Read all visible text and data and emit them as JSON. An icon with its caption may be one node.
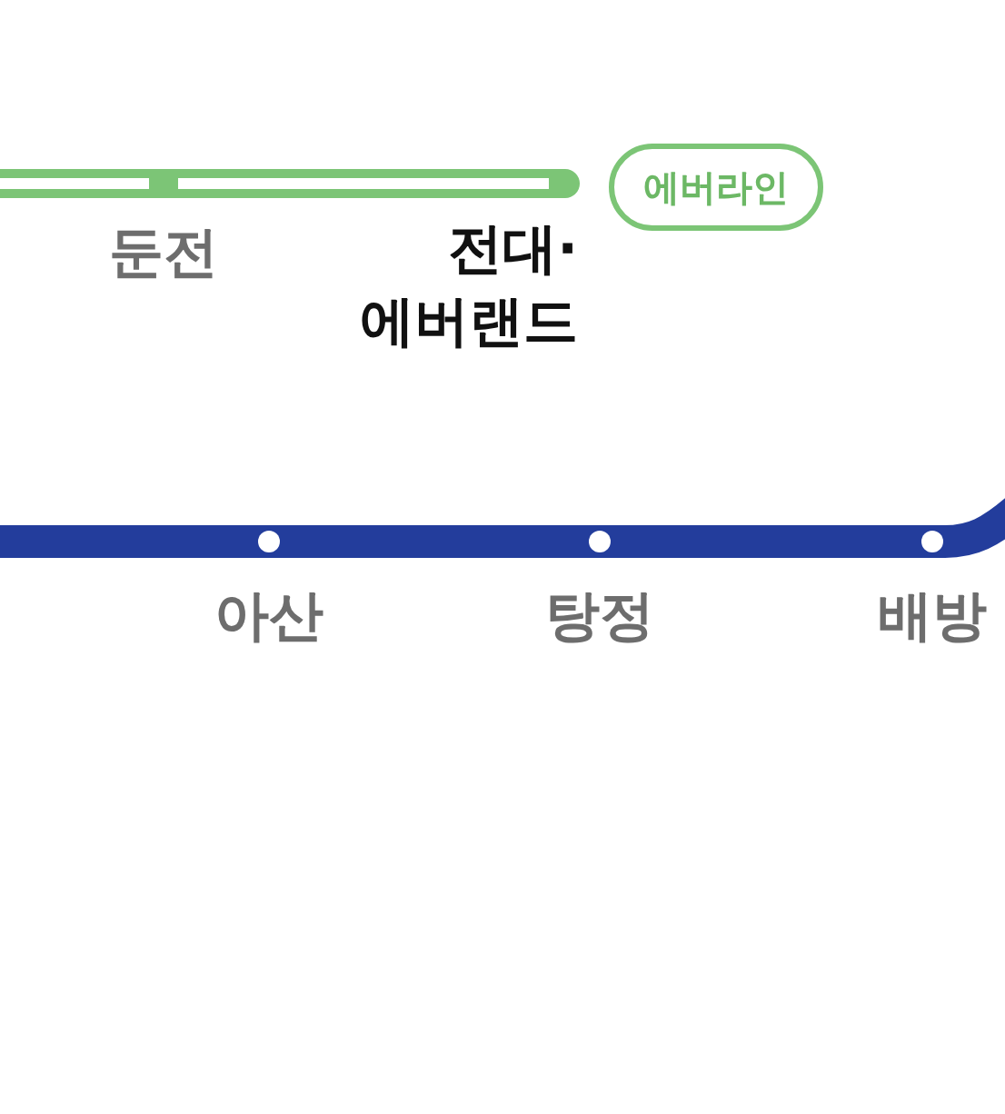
{
  "diagram": {
    "nodes": [
      {
        "text": [
          "에버라인"
        ]
      }
    ],
    "labels": [
      "둔전",
      "전대·에버랜드",
      "아산",
      "탕정",
      "배방"
    ]
  }
}
